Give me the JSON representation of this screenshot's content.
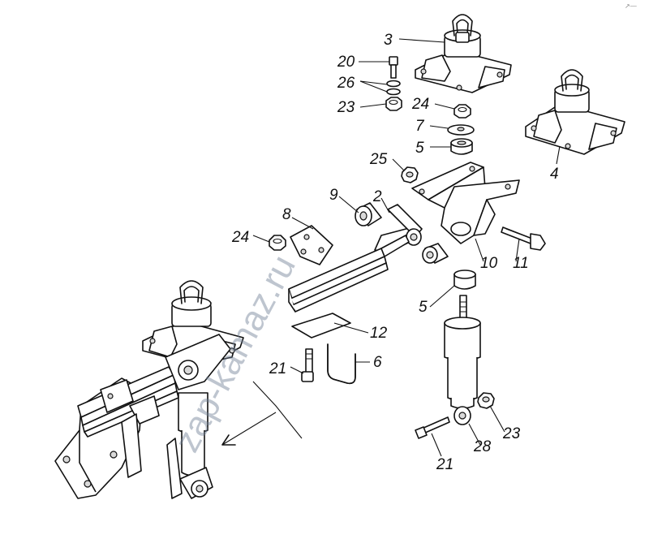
{
  "watermark": "zap-kamaz.ru",
  "corner_mark": "↗—",
  "labels": {
    "p3": "3",
    "p20": "20",
    "p26": "26",
    "p23a": "23",
    "p24a": "24",
    "p7": "7",
    "p5a": "5",
    "p4": "4",
    "p25": "25",
    "p9": "9",
    "p2": "2",
    "p8": "8",
    "p24b": "24",
    "p10": "10",
    "p11": "11",
    "p5b": "5",
    "p12": "12",
    "p21a": "21",
    "p6": "6",
    "p23b": "23",
    "p28": "28",
    "p21b": "21"
  },
  "icons": {
    "bracket": "mounting-bracket-icon",
    "shock": "shock-absorber-icon",
    "spring": "leaf-spring-icon"
  }
}
